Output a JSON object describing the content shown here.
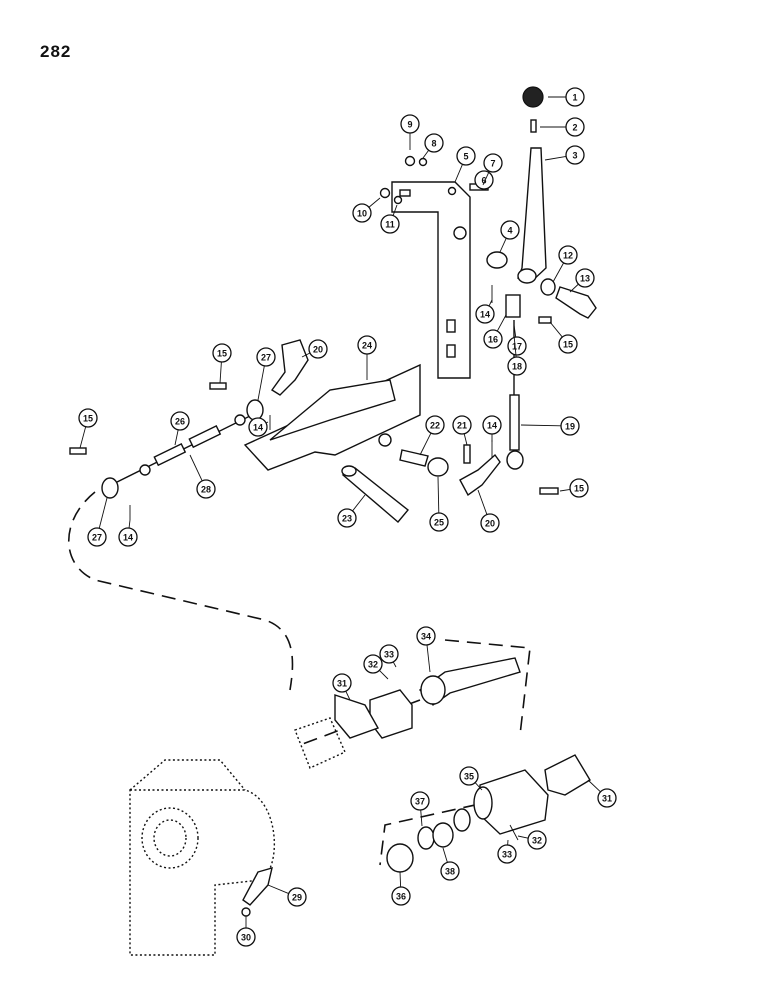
{
  "page": {
    "number": "282"
  },
  "callouts": [
    {
      "id": "1",
      "label": "1"
    },
    {
      "id": "2",
      "label": "2"
    },
    {
      "id": "3",
      "label": "3"
    },
    {
      "id": "4",
      "label": "4"
    },
    {
      "id": "5",
      "label": "5"
    },
    {
      "id": "6",
      "label": "6"
    },
    {
      "id": "7",
      "label": "7"
    },
    {
      "id": "8",
      "label": "8"
    },
    {
      "id": "9",
      "label": "9"
    },
    {
      "id": "10",
      "label": "10"
    },
    {
      "id": "11",
      "label": "11"
    },
    {
      "id": "12",
      "label": "12"
    },
    {
      "id": "13",
      "label": "13"
    },
    {
      "id": "14a",
      "label": "14"
    },
    {
      "id": "15a",
      "label": "15"
    },
    {
      "id": "16",
      "label": "16"
    },
    {
      "id": "17",
      "label": "17"
    },
    {
      "id": "18",
      "label": "18"
    },
    {
      "id": "19",
      "label": "19"
    },
    {
      "id": "14b",
      "label": "14"
    },
    {
      "id": "15b",
      "label": "15"
    },
    {
      "id": "21",
      "label": "21"
    },
    {
      "id": "22",
      "label": "22"
    },
    {
      "id": "20a",
      "label": "20"
    },
    {
      "id": "24",
      "label": "24"
    },
    {
      "id": "25",
      "label": "25"
    },
    {
      "id": "20b",
      "label": "20"
    },
    {
      "id": "23",
      "label": "23"
    },
    {
      "id": "15c",
      "label": "15"
    },
    {
      "id": "27a",
      "label": "27"
    },
    {
      "id": "14c",
      "label": "14"
    },
    {
      "id": "15d",
      "label": "15"
    },
    {
      "id": "26",
      "label": "26"
    },
    {
      "id": "28",
      "label": "28"
    },
    {
      "id": "27b",
      "label": "27"
    },
    {
      "id": "14d",
      "label": "14"
    },
    {
      "id": "34",
      "label": "34"
    },
    {
      "id": "33a",
      "label": "33"
    },
    {
      "id": "32a",
      "label": "32"
    },
    {
      "id": "31a",
      "label": "31"
    },
    {
      "id": "31b",
      "label": "31"
    },
    {
      "id": "35",
      "label": "35"
    },
    {
      "id": "37",
      "label": "37"
    },
    {
      "id": "32b",
      "label": "32"
    },
    {
      "id": "33b",
      "label": "33"
    },
    {
      "id": "38",
      "label": "38"
    },
    {
      "id": "36",
      "label": "36"
    },
    {
      "id": "29",
      "label": "29"
    },
    {
      "id": "30",
      "label": "30"
    }
  ]
}
